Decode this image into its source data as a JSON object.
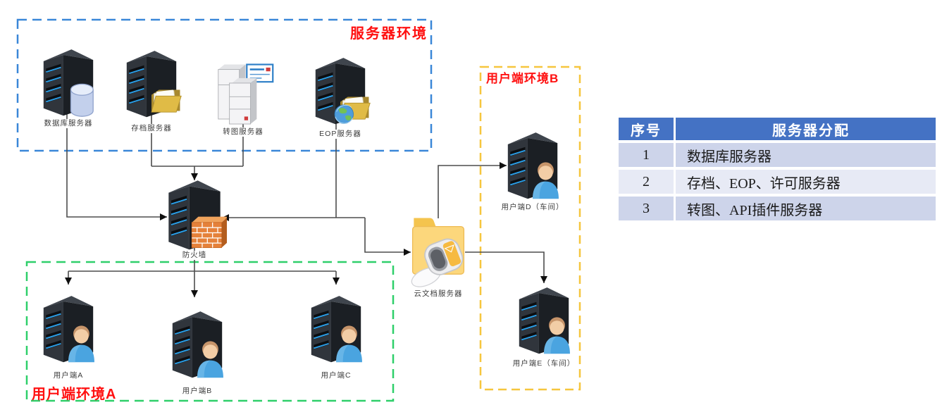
{
  "environments": {
    "server": {
      "label": "服务器环境"
    },
    "client_a": {
      "label": "用户端环境A"
    },
    "client_b": {
      "label": "用户端环境B"
    }
  },
  "nodes": {
    "database": {
      "label": "数据库服务器",
      "icon": "server-tower-database"
    },
    "archive": {
      "label": "存档服务器",
      "icon": "server-tower-folder"
    },
    "convert": {
      "label": "转图服务器",
      "icon": "server-rack-document"
    },
    "eop": {
      "label": "EOP服务器",
      "icon": "server-tower-globe-folder"
    },
    "firewall": {
      "label": "防火墙",
      "icon": "server-tower-firewall"
    },
    "cloud_doc": {
      "label": "云文档服务器",
      "icon": "folder-mailbox"
    },
    "client_a": {
      "label": "用户端A",
      "icon": "server-tower-user"
    },
    "client_b": {
      "label": "用户端B",
      "icon": "server-tower-user"
    },
    "client_c": {
      "label": "用户端C",
      "icon": "server-tower-user"
    },
    "client_d": {
      "label": "用户端D（车间）",
      "icon": "server-tower-user"
    },
    "client_e": {
      "label": "用户端E（车间）",
      "icon": "server-tower-user"
    }
  },
  "table": {
    "headers": [
      "序号",
      "服务器分配"
    ],
    "rows": [
      [
        "1",
        "数据库服务器"
      ],
      [
        "2",
        "存档、EOP、许可服务器"
      ],
      [
        "3",
        "转图、API插件服务器"
      ]
    ]
  },
  "colors": {
    "env_server_border": "#3a87d8",
    "env_client_a_border": "#2fcf6a",
    "env_client_b_border": "#f6c63e",
    "env_title_text": "#ff1010",
    "connector_line": "#4d4d4d",
    "arrowhead": "#0f0f0f",
    "table_header_bg": "#4472c4",
    "table_row_odd_bg": "#cdd4ea",
    "table_row_even_bg": "#e7eaf5",
    "tower_front": "#30353c",
    "tower_side": "#1b1f24",
    "led_blue": "#2b9fe8",
    "firewall_brick": "#e5813a",
    "folder_yellow": "#e0bb46",
    "cloud_folder_yellow": "#fcd77c"
  }
}
